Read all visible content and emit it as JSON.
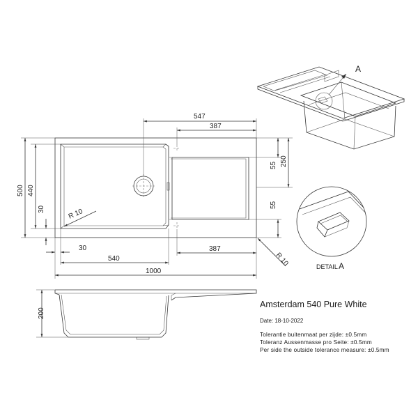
{
  "title_block": {
    "model_name": "Amsterdam 540 Pure White",
    "date": "Date: 18-10-2022",
    "tolerance_nl": "Tolerantie buitenmaat per zijde: ±0.5mm",
    "tolerance_de": "Toleranz Aussenmasse pro Seite: ±0.5mm",
    "tolerance_en": "Per side the outside tolerance measure: ±0.5mm"
  },
  "top_view": {
    "dims_horizontal": {
      "d547": "547",
      "d387_top": "387",
      "d30_bottom": "30",
      "d540": "540",
      "d387_bottom": "387",
      "d1000": "1000"
    },
    "dims_vertical_left": {
      "d500": "500",
      "d440": "440",
      "d30": "30"
    },
    "dims_vertical_right": {
      "d55_top": "55",
      "d250": "250",
      "d55_bottom": "55"
    },
    "radius_inner": "R 10",
    "radius_outer": "R 10"
  },
  "side_view": {
    "depth": "200"
  },
  "iso_view": {
    "callout": "A"
  },
  "detail": {
    "label": "DETAIL",
    "letter": "A"
  }
}
